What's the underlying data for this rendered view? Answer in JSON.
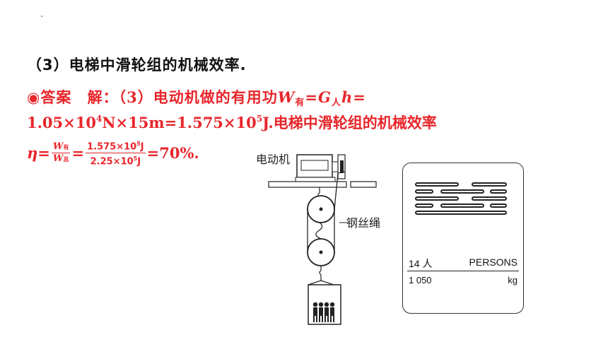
{
  "question": "（3）电梯中滑轮组的机械效率.",
  "answer": {
    "marker": "◉答案",
    "solution_prefix": "解：（3）电动机做的有用功",
    "W": "W",
    "sub_you": "有",
    "eq": "=",
    "G": "G",
    "sub_ren": "人",
    "h": "h=",
    "line2_a": "1.05×10",
    "exp4": "4",
    "line2_b": "N×15m=1.575×10",
    "exp5": "5",
    "line2_c": "J.电梯中滑轮组的机械效率"
  },
  "formula": {
    "eta": "η=",
    "num_W": "W",
    "num_sub": "有",
    "den_W": "W",
    "den_sub": "总",
    "eq": "=",
    "num2": "1.575×10",
    "num2_exp": "5",
    "num2_unit": "J",
    "den2": "2.25×10",
    "den2_exp": "5",
    "den2_unit": "J",
    "result": "=70%."
  },
  "diagram": {
    "motor_label": "电动机",
    "rope_label": "钢丝绳"
  },
  "placard": {
    "capacity_people": "14 人",
    "persons": "PERSONS",
    "capacity_kg": "1 050",
    "kg": "kg"
  }
}
